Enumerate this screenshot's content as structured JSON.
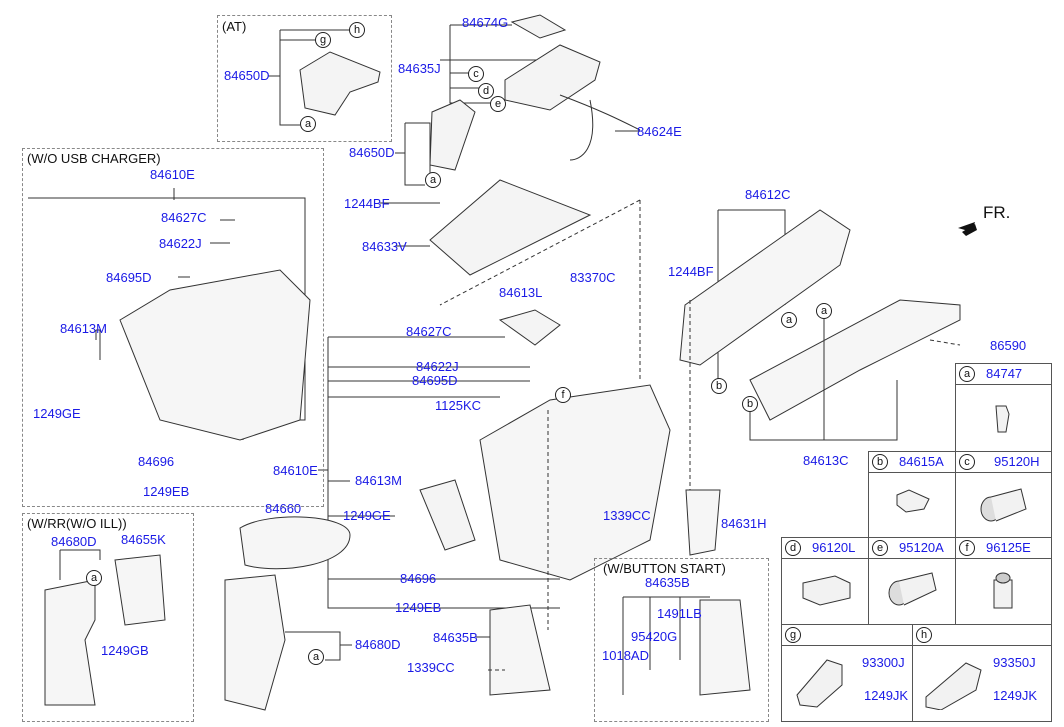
{
  "direction_marker": {
    "label": "FR.",
    "icon": "front-arrow-icon"
  },
  "groups": {
    "at": {
      "title": "(AT)",
      "part": "84650D",
      "refs": [
        "g",
        "h",
        "a"
      ]
    },
    "wo_usb": {
      "title": "(W/O USB CHARGER)",
      "parts": [
        "84610E",
        "84627C",
        "84622J",
        "84695D",
        "84613M",
        "1249GE",
        "84696",
        "1249EB"
      ]
    },
    "w_rr": {
      "title": "(W/RR(W/O ILL))",
      "parts": [
        "84680D",
        "84655K",
        "1249GB"
      ],
      "refs": [
        "a"
      ]
    },
    "w_button": {
      "title": "(W/BUTTON START)",
      "parts": [
        "84635B",
        "1491LB",
        "95420G",
        "1018AD"
      ]
    }
  },
  "labels": {
    "p84674G": "84674G",
    "p84635J": "84635J",
    "p84624E": "84624E",
    "p84650D_main": "84650D",
    "p1244BF_a": "1244BF",
    "p84633V": "84633V",
    "p83370C": "83370C",
    "p84613L": "84613L",
    "p84627C_main": "84627C",
    "p84622J_main": "84622J",
    "p84695D_main": "84695D",
    "p1125KC": "1125KC",
    "p84610E_main": "84610E",
    "p84613M_main": "84613M",
    "p1249GE_main": "1249GE",
    "p84660": "84660",
    "p84696_main": "84696",
    "p1249EB_main": "1249EB",
    "p84680D_main": "84680D",
    "p84635B_main": "84635B",
    "p1339CC_a": "1339CC",
    "p1339CC_b": "1339CC",
    "p84631H": "84631H",
    "p84612C": "84612C",
    "p1244BF_b": "1244BF",
    "p84613C": "84613C",
    "p86590": "86590"
  },
  "ref_letters": {
    "a": "a",
    "b": "b",
    "c": "c",
    "d": "d",
    "e": "e",
    "f": "f",
    "g": "g",
    "h": "h"
  },
  "legend_table": [
    {
      "ref": "a",
      "part": "84747"
    },
    {
      "ref": "b",
      "part": "84615A"
    },
    {
      "ref": "c",
      "part": "95120H"
    },
    {
      "ref": "d",
      "part": "96120L"
    },
    {
      "ref": "e",
      "part": "95120A"
    },
    {
      "ref": "f",
      "part": "96125E"
    },
    {
      "ref": "g",
      "parts": [
        "93300J",
        "1249JK"
      ]
    },
    {
      "ref": "h",
      "parts": [
        "93350J",
        "1249JK"
      ]
    }
  ],
  "colors": {
    "label": "#1a1ae6",
    "line": "#333333"
  }
}
